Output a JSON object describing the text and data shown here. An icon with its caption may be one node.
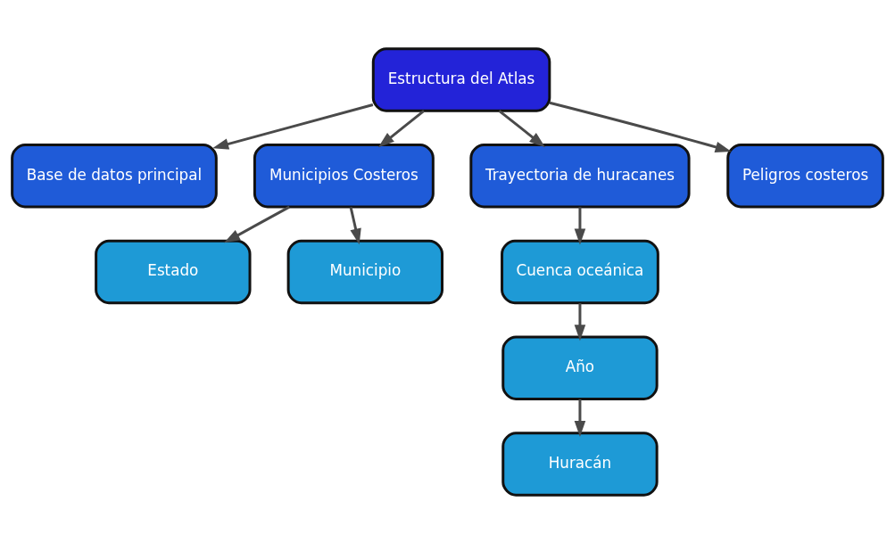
{
  "diagram": {
    "nodes": [
      {
        "text": [
          "Estructura del Atlas"
        ]
      },
      {
        "text": [
          "Base de datos principal"
        ]
      },
      {
        "text": [
          "Municipios Costeros"
        ]
      },
      {
        "text": [
          "Trayectoria de huracanes"
        ]
      },
      {
        "text": [
          "Peligros costeros"
        ]
      },
      {
        "text": [
          "Estado"
        ]
      },
      {
        "text": [
          "Municipio"
        ]
      },
      {
        "text": [
          "Cuenca oceánica"
        ]
      },
      {
        "text": [
          "Año"
        ]
      },
      {
        "text": [
          "Huracán"
        ]
      }
    ],
    "edges": [
      {
        "from": 0,
        "to": 1,
        "arrow": "to"
      },
      {
        "from": 0,
        "to": 2,
        "arrow": "to"
      },
      {
        "from": 0,
        "to": 3,
        "arrow": "to"
      },
      {
        "from": 0,
        "to": 4,
        "arrow": "to"
      },
      {
        "from": 2,
        "to": 5,
        "arrow": "to"
      },
      {
        "from": 2,
        "to": 6,
        "arrow": "to"
      },
      {
        "from": 3,
        "to": 7,
        "arrow": "to"
      },
      {
        "from": 7,
        "to": 8,
        "arrow": "to"
      },
      {
        "from": 8,
        "to": 9,
        "arrow": "to"
      }
    ]
  }
}
